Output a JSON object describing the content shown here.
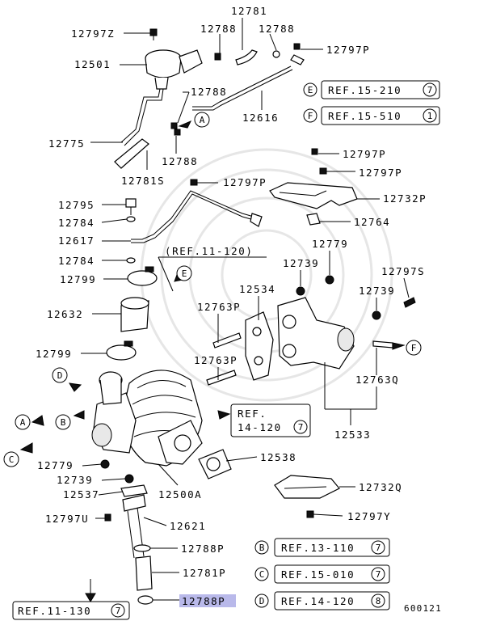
{
  "labels": {
    "l12781_top": "12781",
    "l12797Z": "12797Z",
    "l12788_a": "12788",
    "l12788_b": "12788",
    "l12797P_a": "12797P",
    "l12501": "12501",
    "l12788_c": "12788",
    "l12616": "12616",
    "l12775": "12775",
    "l12788_d": "12788",
    "l12781S": "12781S",
    "l12797P_b": "12797P",
    "l12797P_c": "12797P",
    "l12797P_d": "12797P",
    "l12732P": "12732P",
    "l12795": "12795",
    "l12764": "12764",
    "l12784_a": "12784",
    "l12617": "12617",
    "l12779_a": "12779",
    "l12784_b": "12784",
    "l12739_a": "12739",
    "l12797S": "12797S",
    "l12799_a": "12799",
    "l12534": "12534",
    "l12739_b": "12739",
    "l12763P_a": "12763P",
    "l12632": "12632",
    "l12799_b": "12799",
    "l12763P_b": "12763P",
    "l12763Q": "12763Q",
    "l12533": "12533",
    "l12538": "12538",
    "l12779_b": "12779",
    "l12739_c": "12739",
    "l12537": "12537",
    "l12500A": "12500A",
    "l12732Q": "12732Q",
    "l12797U": "12797U",
    "l12621": "12621",
    "l12797Y": "12797Y",
    "l12788P_a": "12788P",
    "l12781P": "12781P",
    "l12788P_b": "12788P"
  },
  "refs": {
    "ref_e": {
      "letter": "E",
      "text": "REF.15-210",
      "num": "7"
    },
    "ref_f": {
      "letter": "F",
      "text": "REF.15-510",
      "num": "1"
    },
    "ref_11_120": "(REF.11-120)",
    "ref_14_120_line1": "REF.",
    "ref_14_120_line2": "14-120",
    "ref_14_120_num": "7",
    "ref_b": {
      "letter": "B",
      "text": "REF.13-110",
      "num": "7"
    },
    "ref_c": {
      "letter": "C",
      "text": "REF.15-010",
      "num": "7"
    },
    "ref_d": {
      "letter": "D",
      "text": "REF.14-120",
      "num": "8"
    },
    "ref_11_130": "REF.11-130",
    "ref_11_130_num": "7"
  },
  "markers": {
    "a1": "A",
    "e1": "E",
    "f1": "F",
    "d1": "D",
    "a2": "A",
    "b1": "B",
    "c1": "C"
  },
  "footer": {
    "code": "600121"
  },
  "colors": {
    "highlight": "#b9b9ea"
  }
}
